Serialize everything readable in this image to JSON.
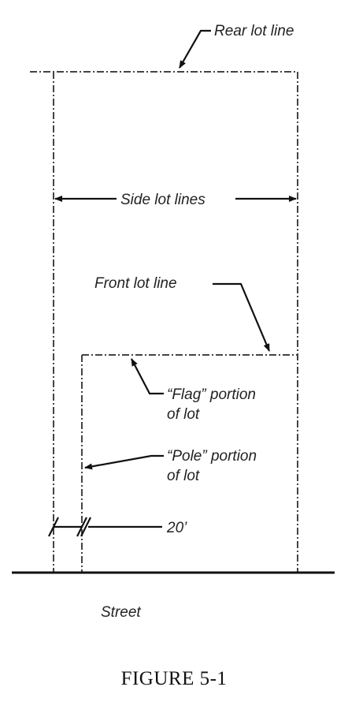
{
  "labels": {
    "rear_lot_line": "Rear lot line",
    "side_lot_lines": "Side lot lines",
    "front_lot_line": "Front lot line",
    "flag_line1": "“Flag” portion",
    "flag_line2": "of lot",
    "pole_line1": "“Pole” portion",
    "pole_line2": "of lot",
    "dimension": "20’",
    "street": "Street"
  },
  "caption": "FIGURE 5-1"
}
